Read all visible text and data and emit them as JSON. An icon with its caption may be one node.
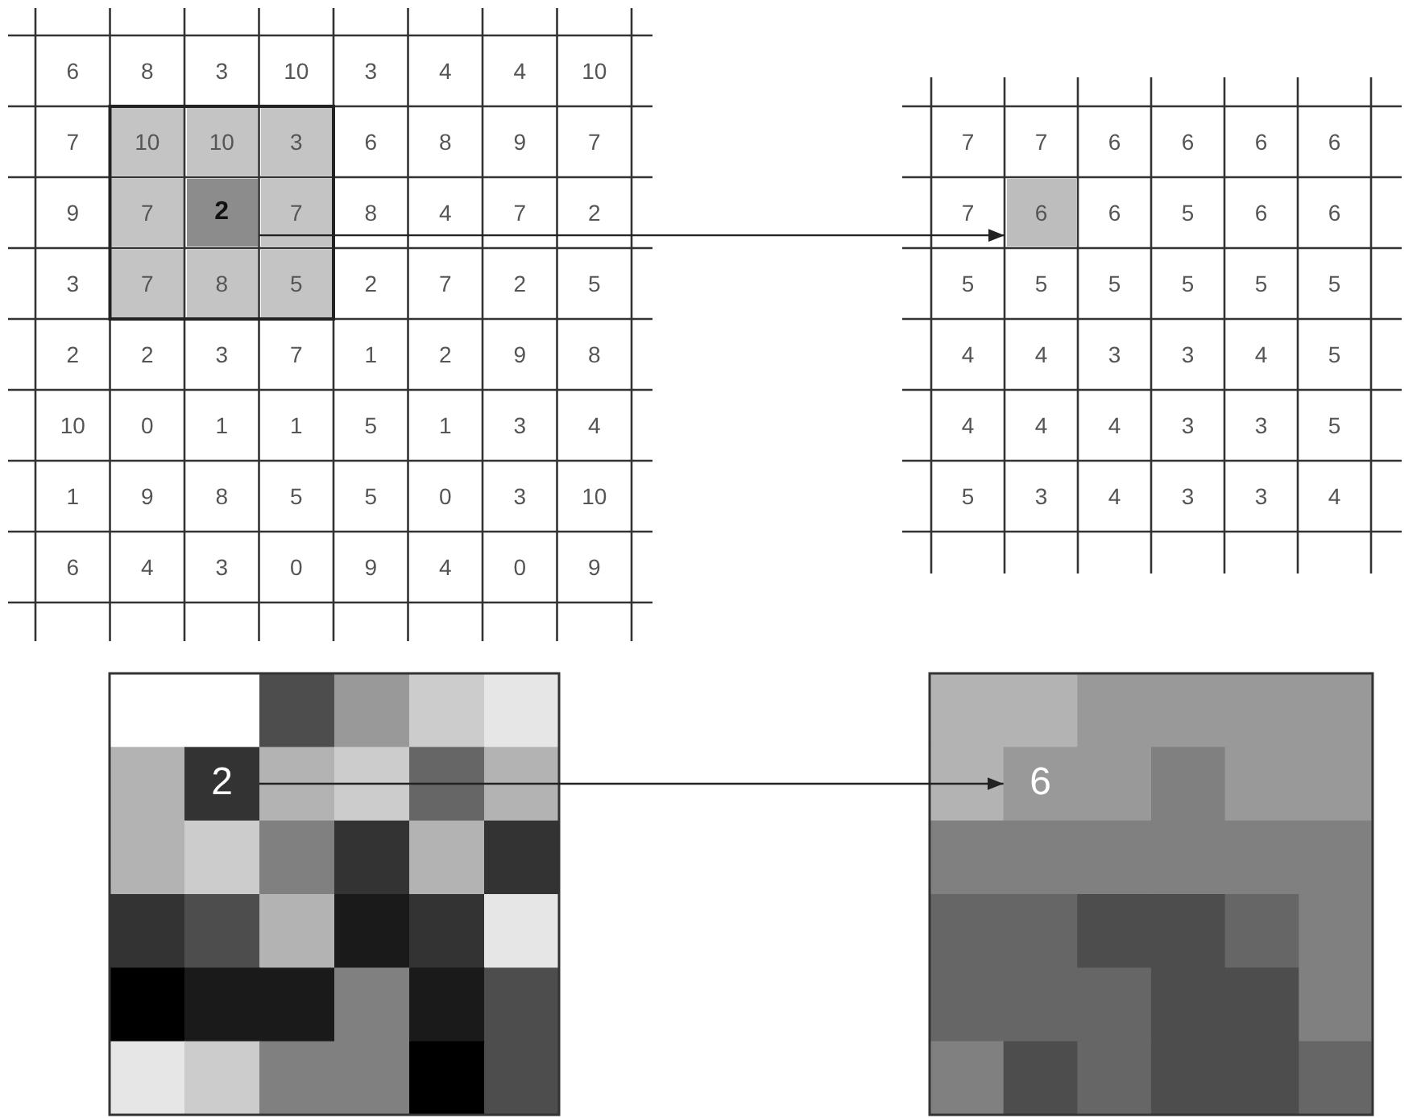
{
  "diagram": {
    "nodes": [
      {
        "text": [
          "2"
        ]
      },
      {
        "text": [
          "6"
        ]
      },
      {
        "text": [
          "2"
        ]
      },
      {
        "text": [
          "6"
        ]
      }
    ],
    "edges": [
      {
        "from": 0,
        "to": 1,
        "arrow": "to"
      },
      {
        "from": 2,
        "to": 3,
        "arrow": "to"
      }
    ],
    "labels": [
      "6",
      "8",
      "3",
      "10",
      "3",
      "4",
      "4",
      "10",
      "7",
      "10",
      "10",
      "3",
      "6",
      "8",
      "9",
      "7",
      "9",
      "7",
      "7",
      "8",
      "4",
      "7",
      "2",
      "3",
      "7",
      "8",
      "5",
      "2",
      "7",
      "2",
      "5",
      "2",
      "2",
      "3",
      "7",
      "1",
      "2",
      "9",
      "8",
      "10",
      "0",
      "1",
      "1",
      "5",
      "1",
      "3",
      "4",
      "1",
      "9",
      "8",
      "5",
      "5",
      "0",
      "3",
      "10",
      "6",
      "4",
      "3",
      "0",
      "9",
      "4",
      "0",
      "9",
      "7",
      "7",
      "6",
      "6",
      "6",
      "6",
      "7",
      "6",
      "5",
      "6",
      "6",
      "5",
      "5",
      "5",
      "5",
      "5",
      "5",
      "4",
      "4",
      "3",
      "3",
      "4",
      "5",
      "4",
      "4",
      "4",
      "3",
      "3",
      "5",
      "5",
      "3",
      "4",
      "3",
      "3",
      "4"
    ]
  }
}
